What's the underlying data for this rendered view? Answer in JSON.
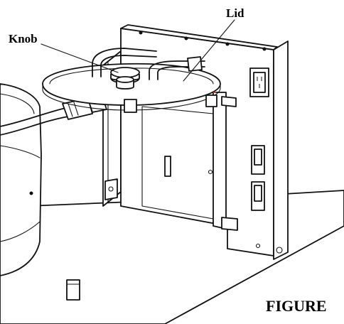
{
  "figure": {
    "labels": {
      "knob": "Knob",
      "lid": "Lid",
      "caption": "FIGURE"
    },
    "colors": {
      "line": "#111111",
      "background": "#ffffff",
      "accent_red": "#c0392b"
    },
    "parts": [
      "base-plate",
      "back-panel",
      "side-panel",
      "lid",
      "knob",
      "tubes",
      "power-cord",
      "power-inlet",
      "rocker-switches",
      "tank"
    ]
  }
}
